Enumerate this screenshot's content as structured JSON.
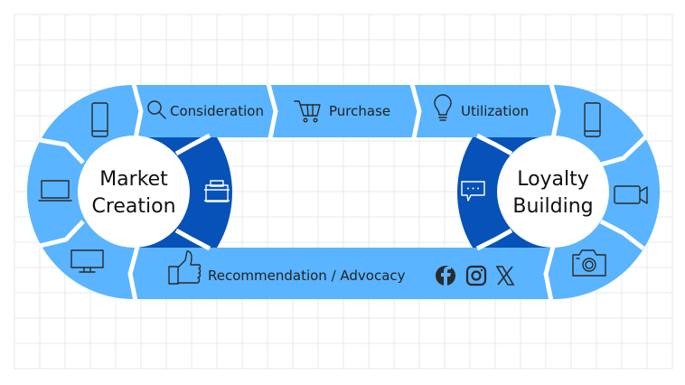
{
  "colors": {
    "light_blue": "#5AB4FF",
    "dark_blue": "#0652B8",
    "grid": "#E6E9F0",
    "text": "#222222"
  },
  "hubs": {
    "left": {
      "line1": "Market",
      "line2": "Creation"
    },
    "right": {
      "line1": "Loyalty",
      "line2": "Building"
    }
  },
  "stages": {
    "consideration": {
      "label": "Consideration",
      "icon": "magnifier-icon"
    },
    "purchase": {
      "label": "Purchase",
      "icon": "shopping-cart-icon"
    },
    "utilization": {
      "label": "Utilization",
      "icon": "lightbulb-icon"
    },
    "recommendation": {
      "label": "Recommendation / Advocacy",
      "icon": "thumbs-up-icon"
    }
  },
  "channels": {
    "left": [
      "smartphone-icon",
      "laptop-icon",
      "monitor-icon",
      "store-icon"
    ],
    "right": [
      "smartphone-icon",
      "video-camera-icon",
      "camera-icon",
      "chat-bubble-icon"
    ],
    "social": [
      "facebook-icon",
      "instagram-icon",
      "x-icon"
    ]
  }
}
